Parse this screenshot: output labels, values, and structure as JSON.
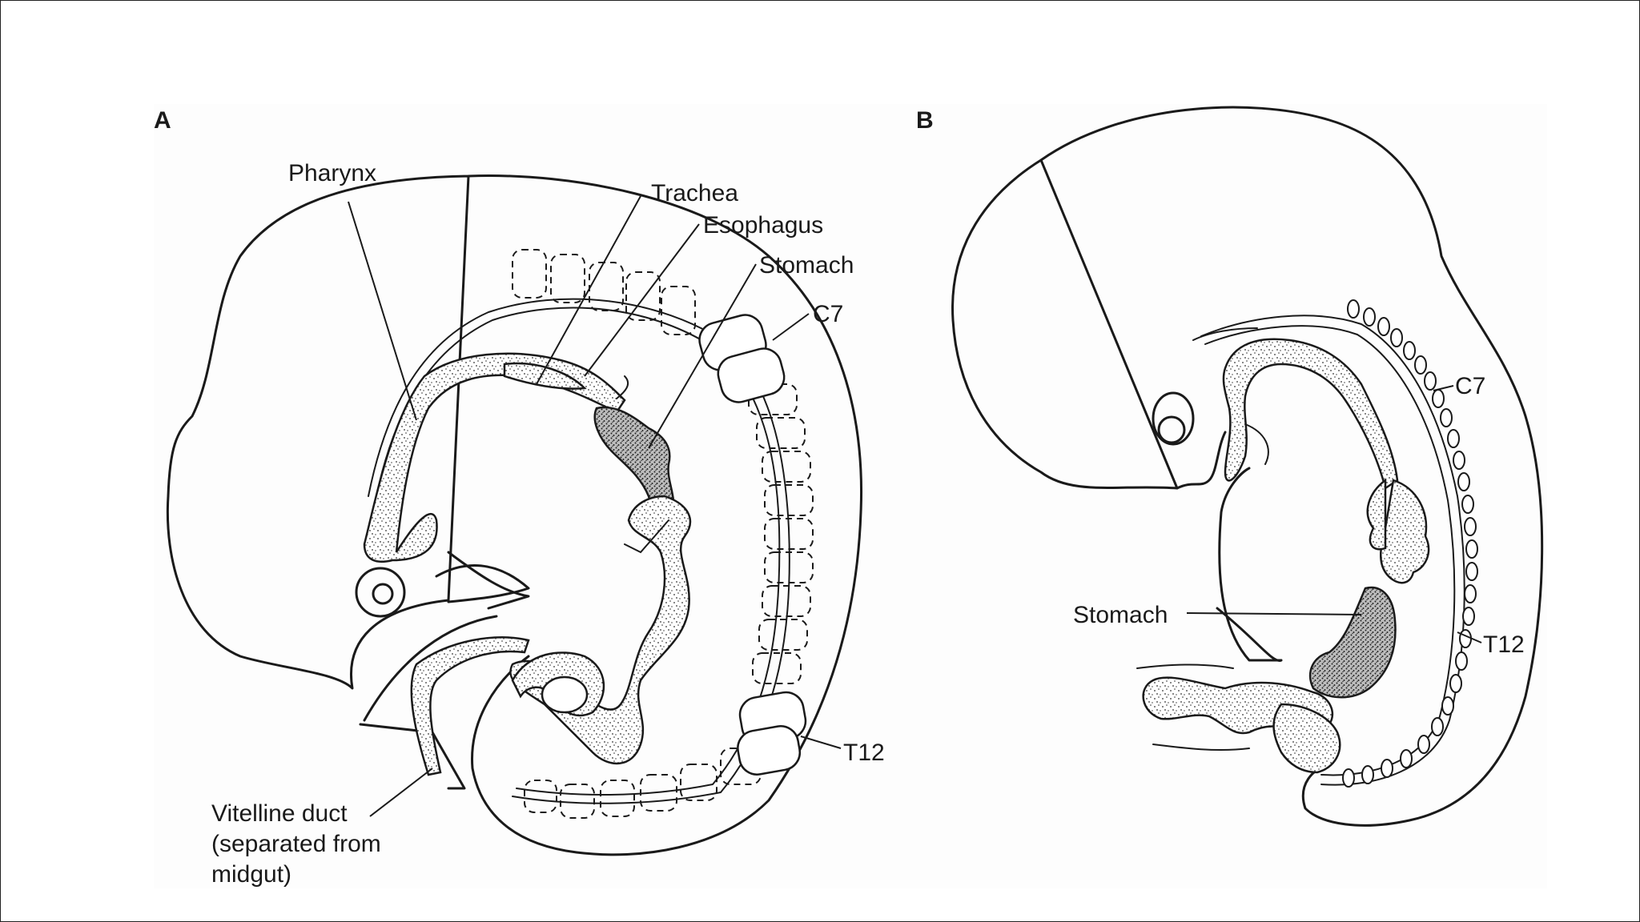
{
  "panel_a": {
    "letter": "A",
    "labels": {
      "pharynx": "Pharynx",
      "trachea": "Trachea",
      "esophagus": "Esophagus",
      "stomach": "Stomach",
      "c7": "C7",
      "t12": "T12",
      "vitelline_1": "Vitelline duct",
      "vitelline_2": "(separated from",
      "vitelline_3": "midgut)"
    }
  },
  "panel_b": {
    "letter": "B",
    "labels": {
      "c7": "C7",
      "stomach": "Stomach",
      "t12": "T12"
    }
  }
}
